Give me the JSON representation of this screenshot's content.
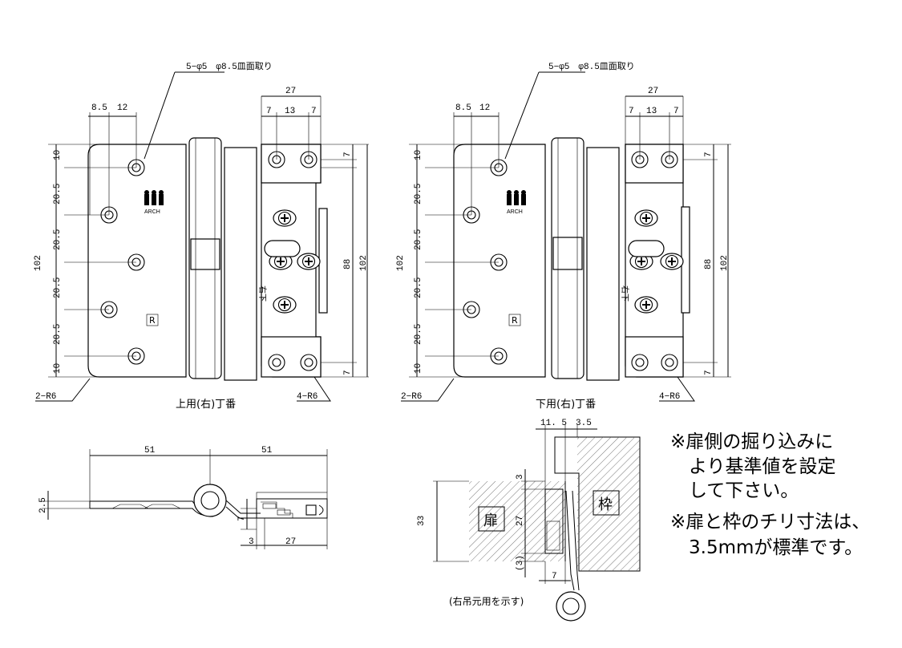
{
  "drawings": {
    "upper": {
      "caption": "上用(右)丁番",
      "hole_callout": "5−φ5　φ8.5皿面取り",
      "pitch_a": "8.5",
      "pitch_b": "12",
      "width_27": "27",
      "w7a": "7",
      "w13": "13",
      "w7b": "7",
      "v10_top": "10",
      "v20a": "20.5",
      "v20b": "20.5",
      "v20c": "20.5",
      "v20d": "20.5",
      "v10_bot": "10",
      "height_102": "102",
      "height_88": "88",
      "height_102_r": "102",
      "v7_top": "7",
      "v7_bot": "7",
      "r_left": "2−R6",
      "r_right": "4−R6",
      "mark_r": "R",
      "brand": "ARCH",
      "side_text": "右下"
    },
    "lower": {
      "caption": "下用(右)丁番",
      "hole_callout": "5−φ5　φ8.5皿面取り",
      "pitch_a": "8.5",
      "pitch_b": "12",
      "width_27": "27",
      "w7a": "7",
      "w13": "13",
      "w7b": "7",
      "v10_top": "10",
      "v20a": "20.5",
      "v20b": "20.5",
      "v20c": "20.5",
      "v20d": "20.5",
      "v10_bot": "10",
      "height_102": "102",
      "height_88": "88",
      "height_102_r": "102",
      "v7_top": "7",
      "v7_bot": "7",
      "r_left": "2−R6",
      "r_right": "4−R6",
      "mark_r": "R",
      "brand": "ARCH",
      "side_text": "右下"
    },
    "side_view": {
      "w51a": "51",
      "w51b": "51",
      "t25": "2.5",
      "v7": "7",
      "h3": "3",
      "h27": "27"
    },
    "section": {
      "d115": "11. 5",
      "d35": "3.5",
      "v3": "3",
      "v33": "33",
      "v27": "27",
      "v3p": "(3)",
      "h7": "7",
      "door_label": "扉",
      "frame_label": "枠",
      "caption": "(右吊元用を示す)"
    }
  },
  "notes": [
    "※扉側の掘り込みに",
    "　より基準値を設定",
    "　して下さい。",
    "※扉と枠のチリ寸法は、",
    "　3.5mmが標準です。"
  ]
}
